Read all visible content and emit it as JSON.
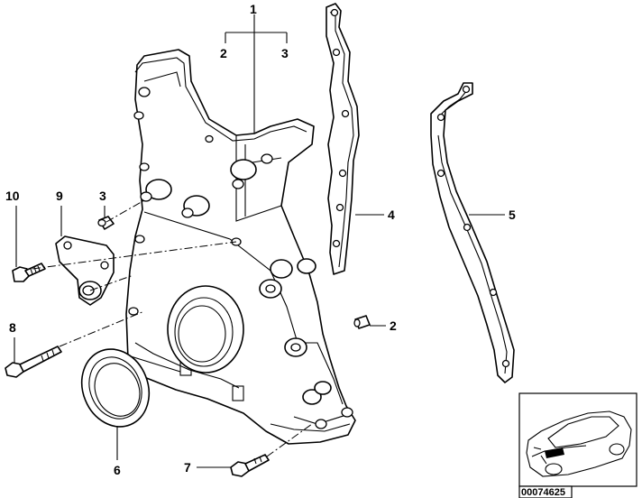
{
  "callouts": {
    "p1": "1",
    "p2_top": "2",
    "p3_top": "3",
    "p4": "4",
    "p5": "5",
    "p10": "10",
    "p9": "9",
    "p3_mid": "3",
    "p2_right": "2",
    "p8": "8",
    "p6": "6",
    "p7": "7"
  },
  "thumbnail": {
    "code": "00074625"
  }
}
